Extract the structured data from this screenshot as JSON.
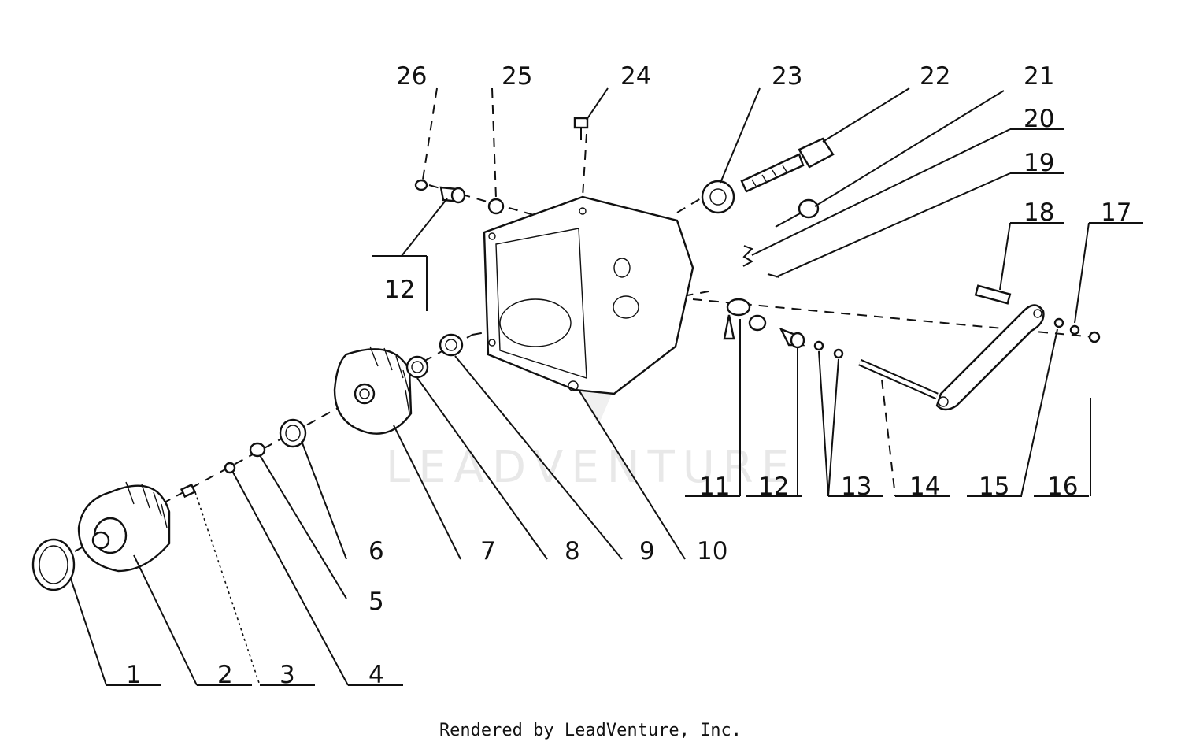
{
  "watermark": "LEADVENTURE",
  "footer": "Rendered by LeadVenture, Inc.",
  "callouts": {
    "c1": "1",
    "c2": "2",
    "c3": "3",
    "c4": "4",
    "c5": "5",
    "c6": "6",
    "c7": "7",
    "c8": "8",
    "c9": "9",
    "c10": "10",
    "c11": "11",
    "c12": "12",
    "c12b": "12",
    "c13": "13",
    "c14": "14",
    "c15": "15",
    "c16": "16",
    "c17": "17",
    "c18": "18",
    "c19": "19",
    "c20": "20",
    "c21": "21",
    "c22": "22",
    "c23": "23",
    "c24": "24",
    "c25": "25",
    "c26": "26"
  }
}
